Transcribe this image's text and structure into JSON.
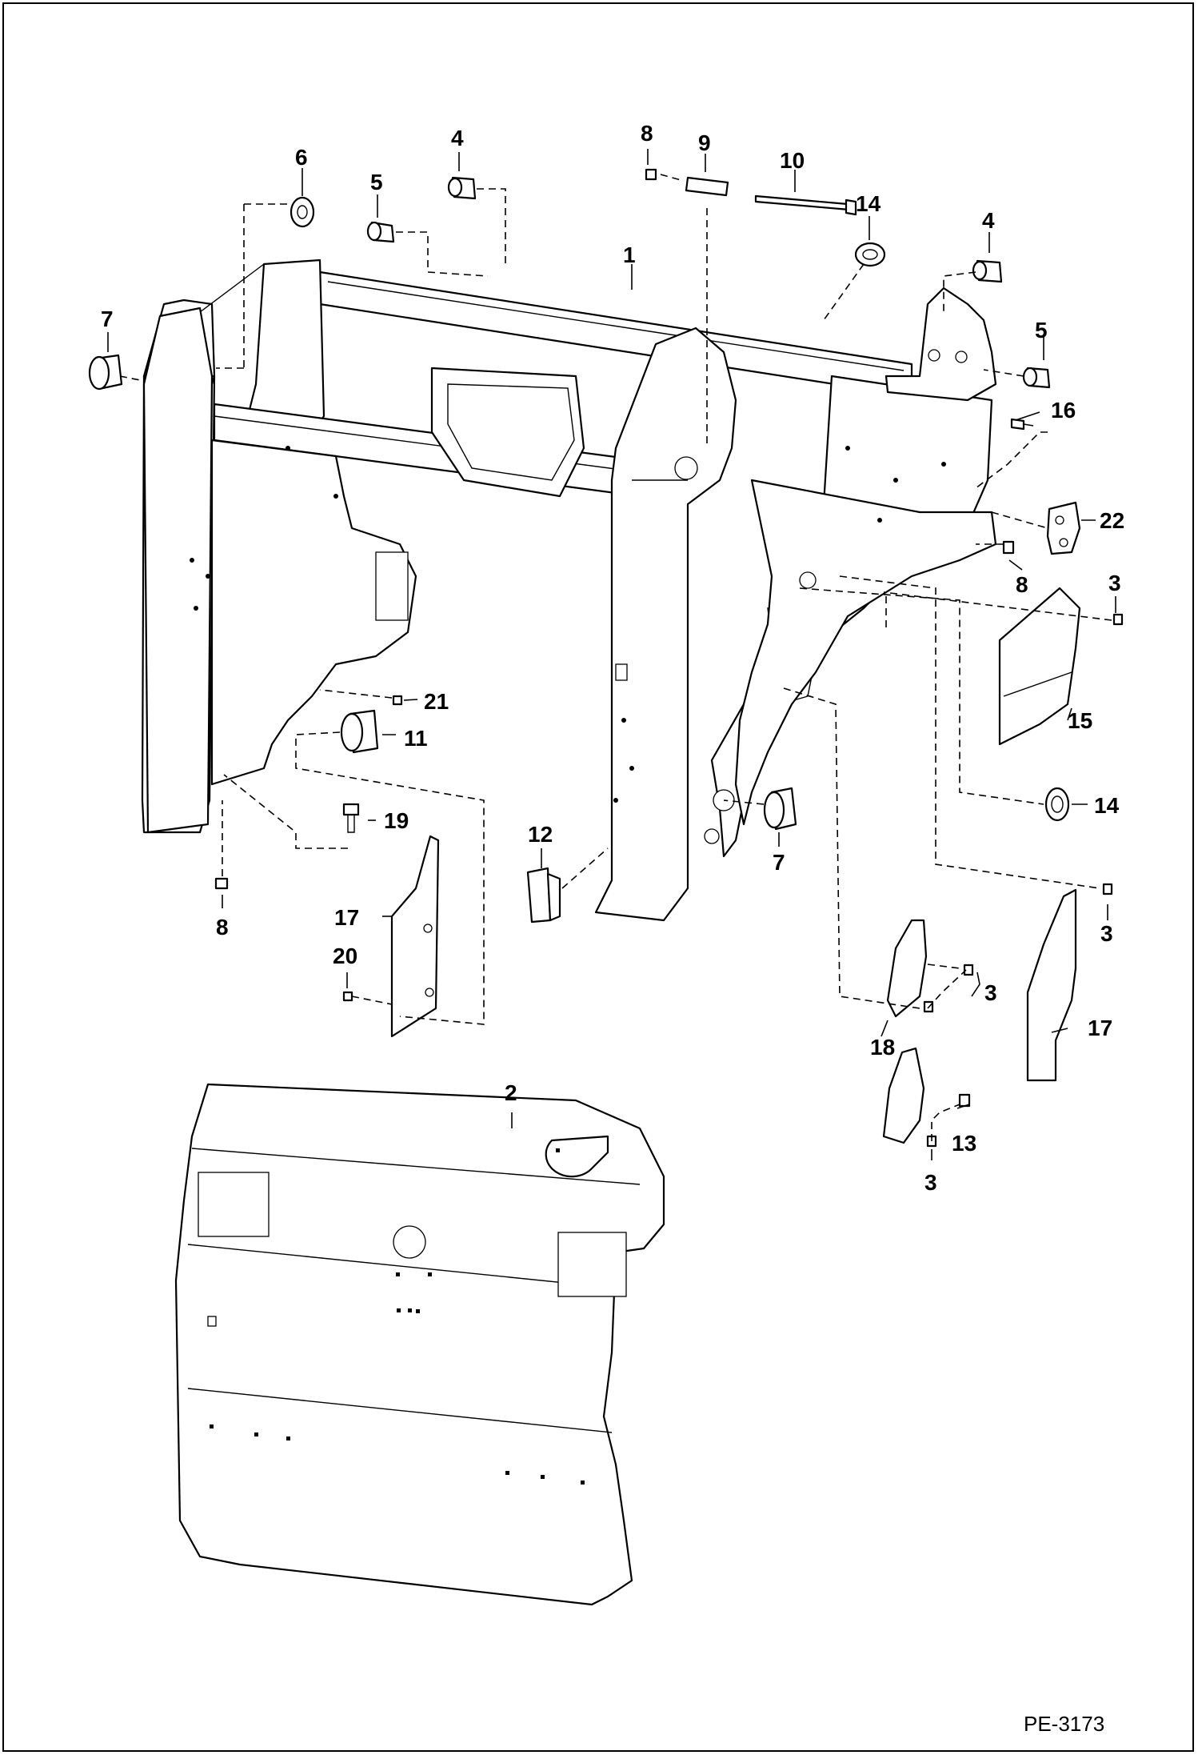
{
  "diagram": {
    "reference_code": "PE-3173",
    "callouts": [
      {
        "id": "c1",
        "text": "1"
      },
      {
        "id": "c2",
        "text": "2"
      },
      {
        "id": "c3a",
        "text": "3"
      },
      {
        "id": "c3b",
        "text": "3"
      },
      {
        "id": "c3c",
        "text": "3"
      },
      {
        "id": "c3d",
        "text": "3"
      },
      {
        "id": "c4a",
        "text": "4"
      },
      {
        "id": "c4b",
        "text": "4"
      },
      {
        "id": "c5a",
        "text": "5"
      },
      {
        "id": "c5b",
        "text": "5"
      },
      {
        "id": "c6",
        "text": "6"
      },
      {
        "id": "c7a",
        "text": "7"
      },
      {
        "id": "c7b",
        "text": "7"
      },
      {
        "id": "c8a",
        "text": "8"
      },
      {
        "id": "c8b",
        "text": "8"
      },
      {
        "id": "c8c",
        "text": "8"
      },
      {
        "id": "c9",
        "text": "9"
      },
      {
        "id": "c10",
        "text": "10"
      },
      {
        "id": "c11",
        "text": "11"
      },
      {
        "id": "c12",
        "text": "12"
      },
      {
        "id": "c13",
        "text": "13"
      },
      {
        "id": "c14a",
        "text": "14"
      },
      {
        "id": "c14b",
        "text": "14"
      },
      {
        "id": "c15",
        "text": "15"
      },
      {
        "id": "c16",
        "text": "16"
      },
      {
        "id": "c17a",
        "text": "17"
      },
      {
        "id": "c17b",
        "text": "17"
      },
      {
        "id": "c18",
        "text": "18"
      },
      {
        "id": "c19",
        "text": "19"
      },
      {
        "id": "c20",
        "text": "20"
      },
      {
        "id": "c21",
        "text": "21"
      },
      {
        "id": "c22",
        "text": "22"
      }
    ]
  }
}
